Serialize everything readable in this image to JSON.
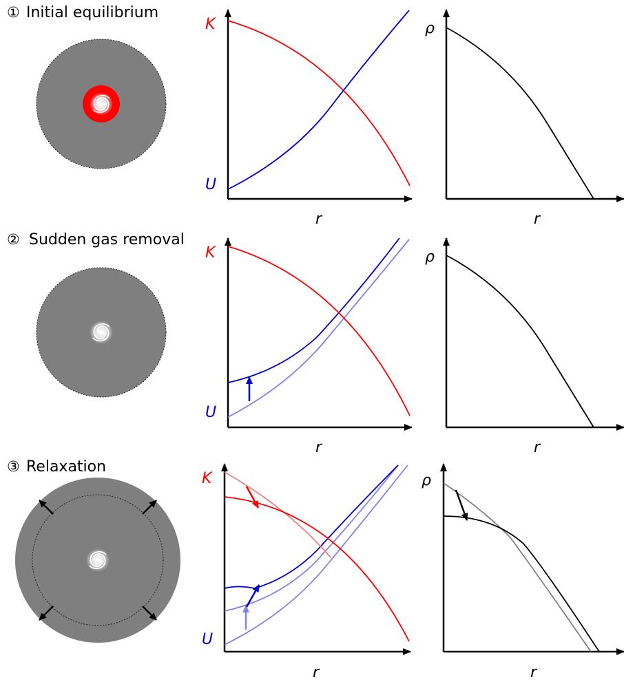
{
  "panels": [
    {
      "number": "①",
      "title": "Initial equilibrium"
    },
    {
      "number": "②",
      "title": "Sudden gas removal"
    },
    {
      "number": "③",
      "title": "Relaxation"
    }
  ],
  "axis_labels": {
    "energy_k": "K",
    "energy_u": "U",
    "density": "ρ",
    "radius": "r"
  },
  "colors": {
    "halo": "#7f7f7f",
    "gas": "#ff0000",
    "kinetic": "#ff0000",
    "potential": "#0000cc",
    "faded_potential": "#8080e8",
    "faded_kinetic": "#f08080",
    "density": "#000000",
    "faded_density": "#808080"
  }
}
